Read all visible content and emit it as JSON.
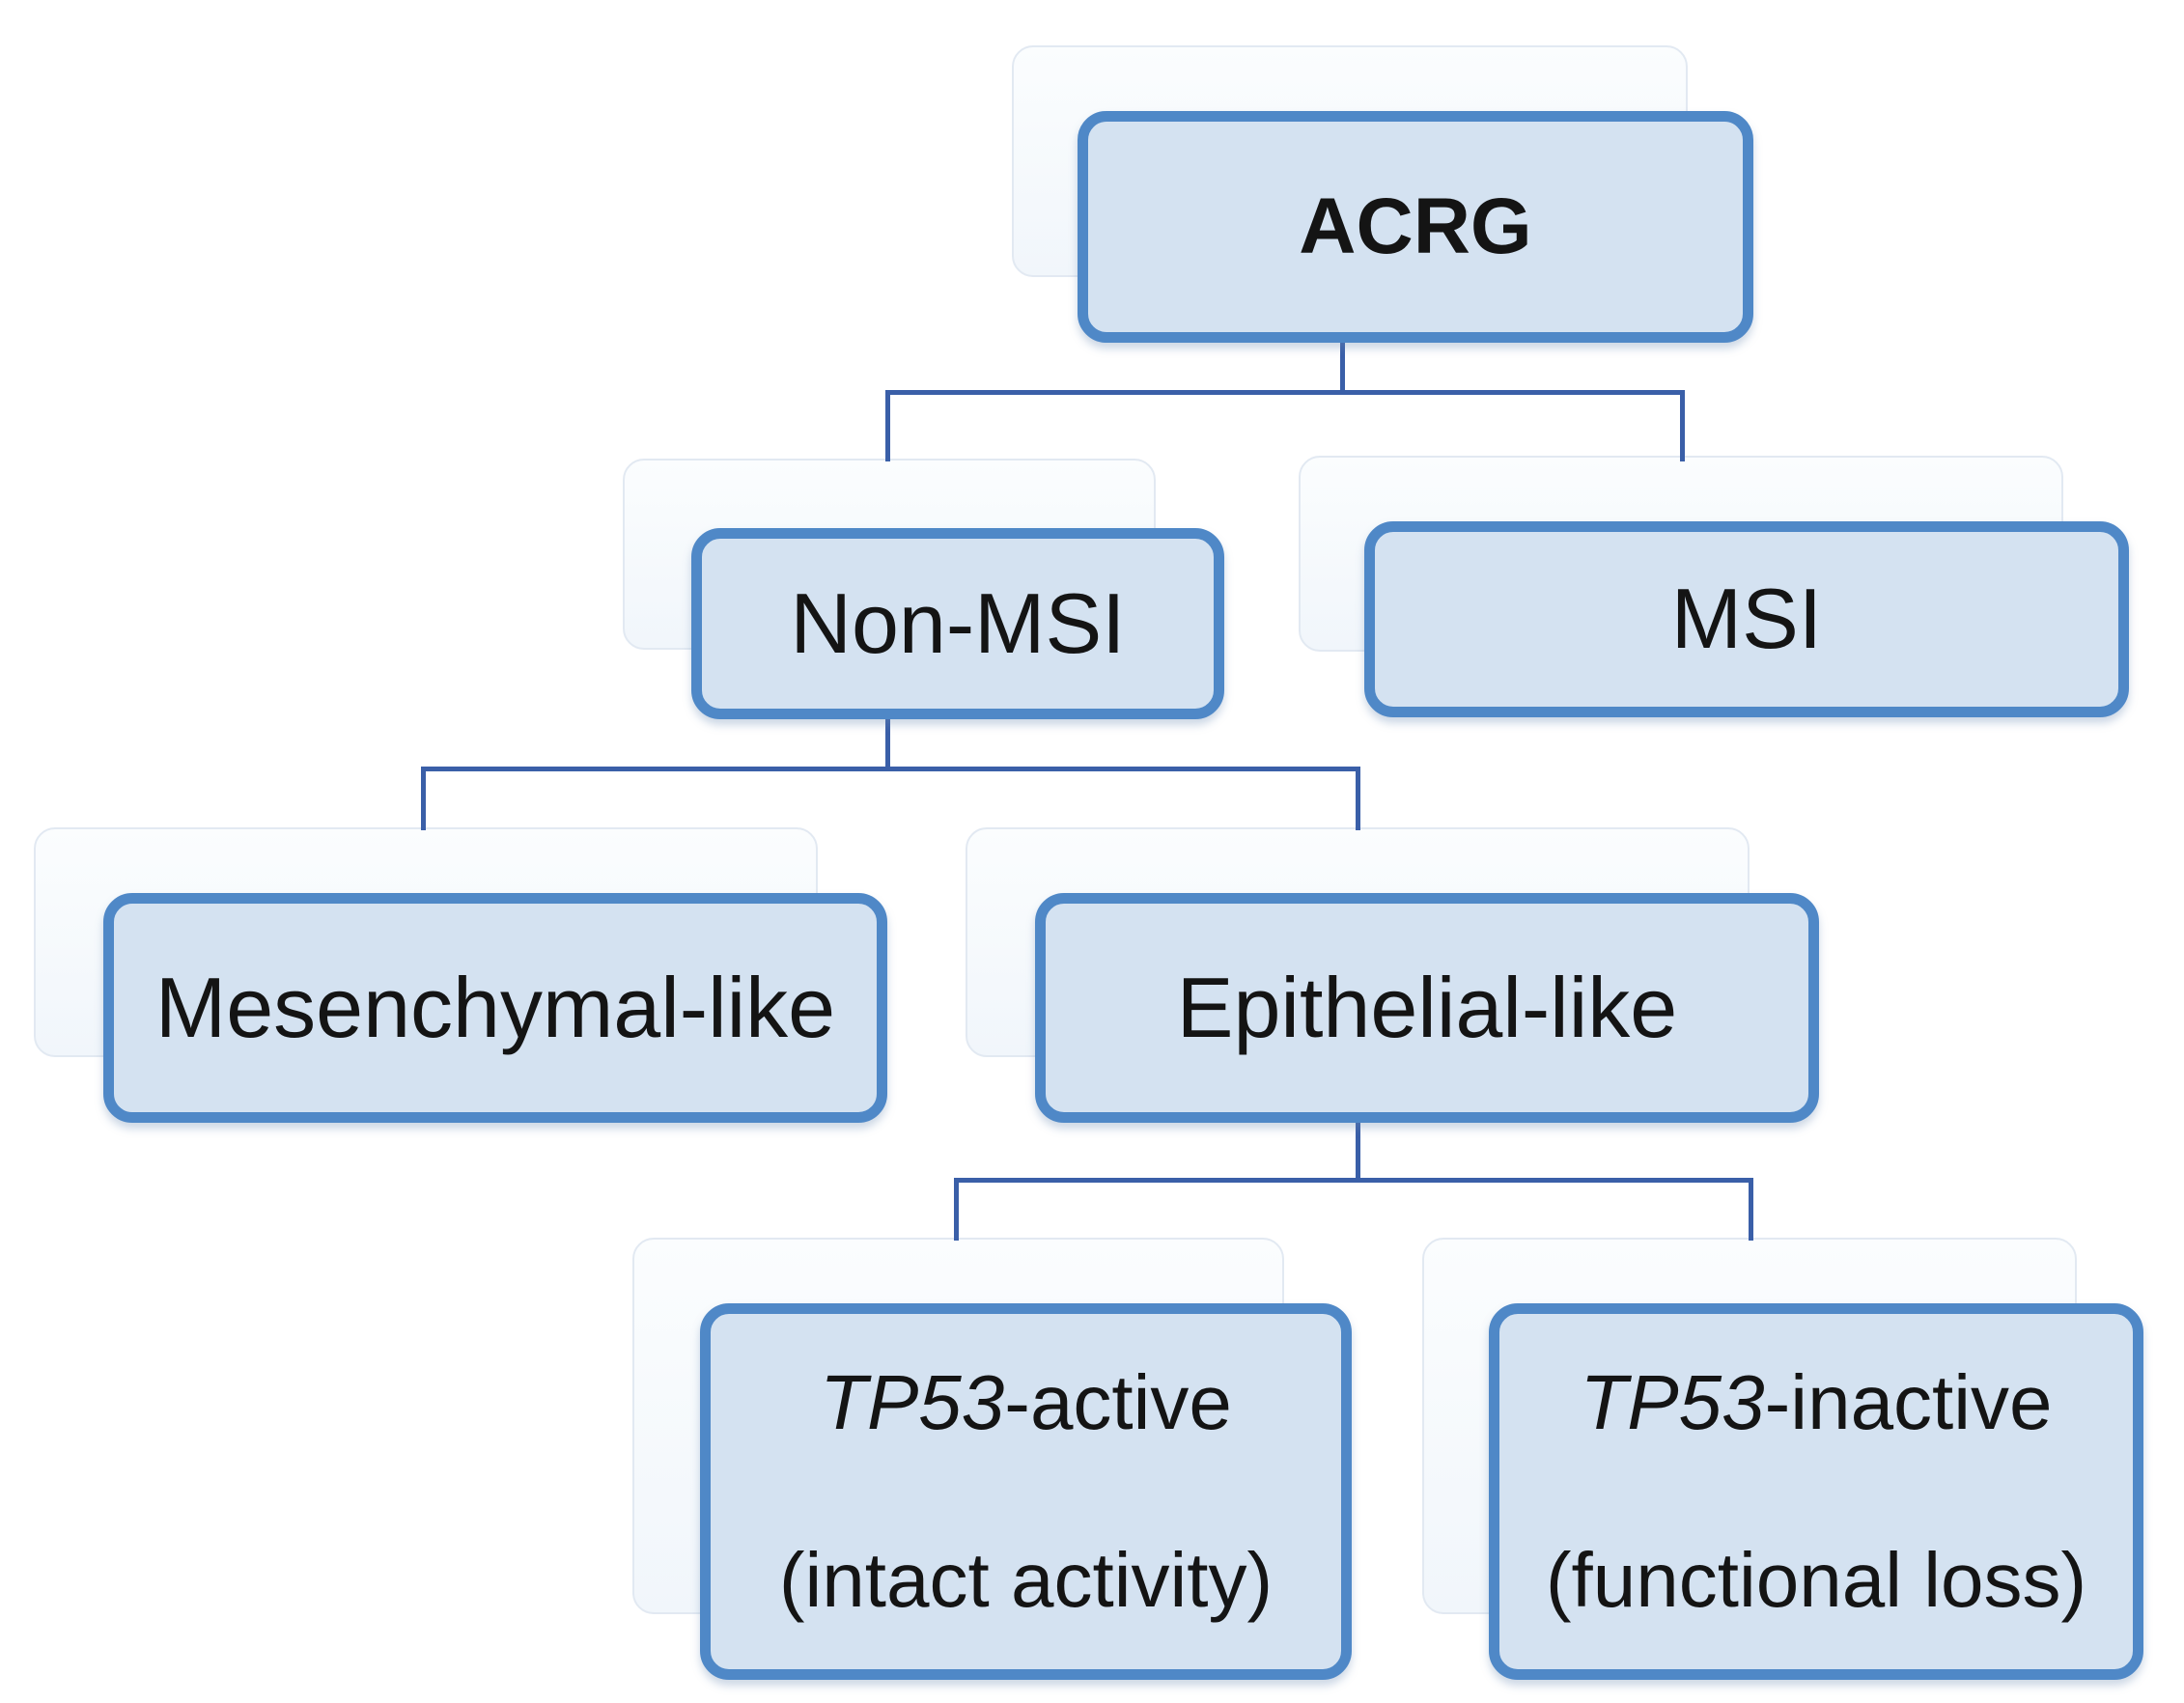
{
  "nodes": {
    "acrg": {
      "label": "ACRG"
    },
    "non_msi": {
      "label": "Non-MSI"
    },
    "msi": {
      "label": "MSI"
    },
    "mesenchymal": {
      "label": "Mesenchymal-like"
    },
    "epithelial": {
      "label": "Epithelial-like"
    },
    "tp53_active": {
      "gene": "TP53",
      "suffix": "-active",
      "qualifier": "(intact activity)"
    },
    "tp53_inactive": {
      "gene": "TP53",
      "suffix": "-inactive",
      "qualifier": "(functional loss)"
    }
  },
  "hierarchy": {
    "ACRG": {
      "Non-MSI": {
        "Mesenchymal-like": {},
        "Epithelial-like": {
          "TP53-active (intact activity)": {},
          "TP53-inactive (functional loss)": {}
        }
      },
      "MSI": {}
    }
  },
  "colors": {
    "background": "#ffffff",
    "box_fill": "#d4e2f1",
    "box_border": "#4f88c7",
    "shadow_fill": "#f1f6fb",
    "shadow_border": "#e2e9f2",
    "connector": "#3a5fa8",
    "text": "#141414"
  }
}
